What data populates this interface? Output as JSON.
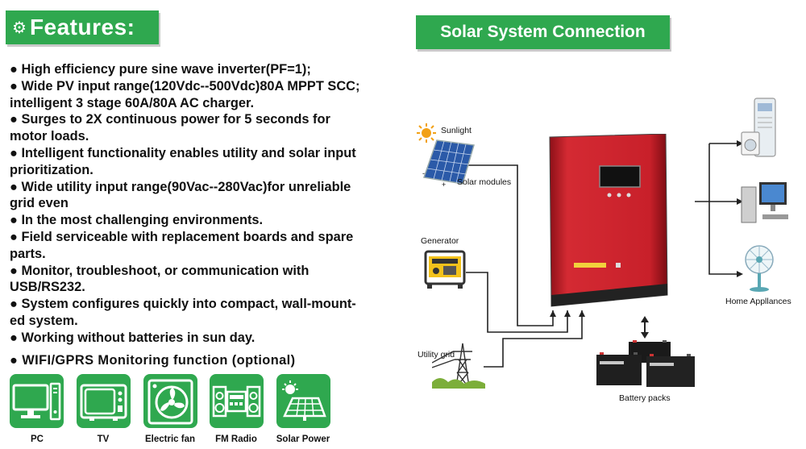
{
  "features": {
    "title": "Features:",
    "items": [
      "● High efficiency pure sine wave inverter(PF=1);",
      "● Wide PV input range(120Vdc--500Vdc)80A MPPT SCC;",
      "intelligent 3 stage 60A/80A AC charger.",
      "● Surges to 2X continuous power for 5 seconds for",
      "motor loads.",
      "● Intelligent functionality enables utility and solar input",
      "prioritization.",
      "● Wide utility input range(90Vac--280Vac)for unreliable",
      "grid even",
      "● In the most challenging environments.",
      "● Field serviceable with replacement boards and spare",
      "parts.",
      "● Monitor, troubleshoot, or communication with",
      "USB/RS232.",
      "● System configures quickly into compact, wall-mount-",
      "ed system.",
      "● Working without batteries in sun day."
    ],
    "wifi": "●  WIFI/GPRS Monitoring function (optional)"
  },
  "appliances": [
    {
      "label": "PC",
      "icon": "pc-icon"
    },
    {
      "label": "TV",
      "icon": "tv-icon"
    },
    {
      "label": "Electric fan",
      "icon": "electric-fan-icon"
    },
    {
      "label": "FM Radio",
      "icon": "fm-radio-icon"
    },
    {
      "label": "Solar Power",
      "icon": "solar-power-icon"
    }
  ],
  "diagram": {
    "title": "Solar System Connection",
    "sunlight": "Sunlight",
    "solar_modules": "Solar modules",
    "generator": "Generator",
    "utility_grid": "Utility grid",
    "home_appliances": "Home Appllances",
    "battery_packs": "Battery packs"
  },
  "colors": {
    "accent_green": "#2fa84f",
    "inverter_red": "#c8202a"
  }
}
